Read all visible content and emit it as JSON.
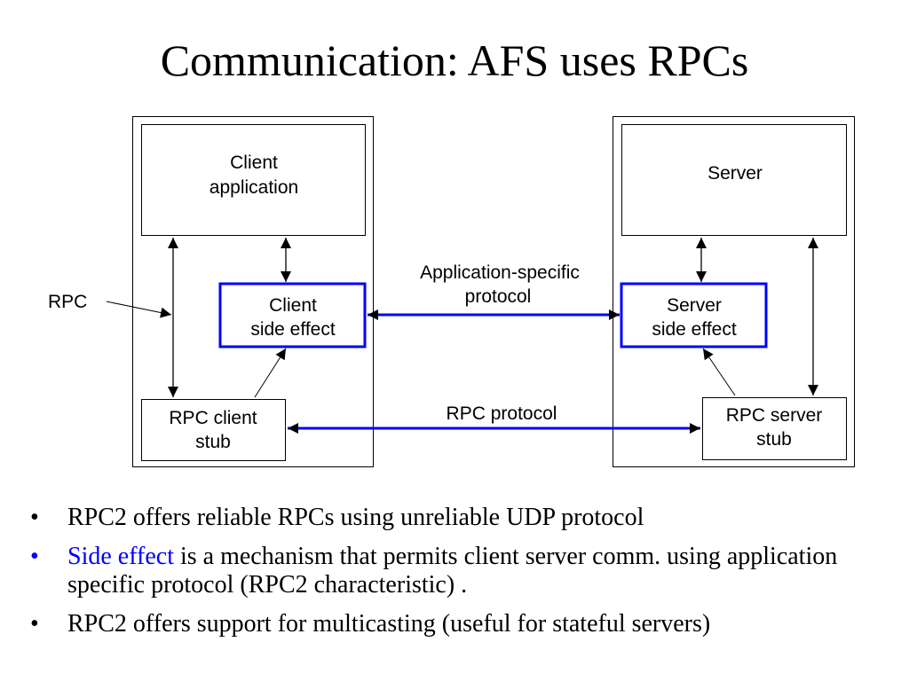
{
  "slide": {
    "title": "Communication: AFS uses RPCs"
  },
  "diagram": {
    "client_app": [
      "Client",
      "application"
    ],
    "client_side_effect": [
      "Client",
      "side effect"
    ],
    "rpc_client_stub": [
      "RPC client",
      "stub"
    ],
    "server": "Server",
    "server_side_effect": [
      "Server",
      "side effect"
    ],
    "rpc_server_stub": [
      "RPC server",
      "stub"
    ],
    "app_protocol": [
      "Application-specific",
      "protocol"
    ],
    "rpc_protocol": "RPC protocol",
    "rpc_label": "RPC",
    "colors": {
      "accent": "#0000ff",
      "stroke": "#000000"
    }
  },
  "bullets": [
    {
      "text": "RPC2 offers reliable RPCs using unreliable UDP protocol"
    },
    {
      "highlight": "Side effect",
      "text": " is a mechanism that permits client server comm. using application specific protocol (RPC2 characteristic) ."
    },
    {
      "text": "RPC2 offers support for multicasting (useful for stateful servers)"
    }
  ]
}
